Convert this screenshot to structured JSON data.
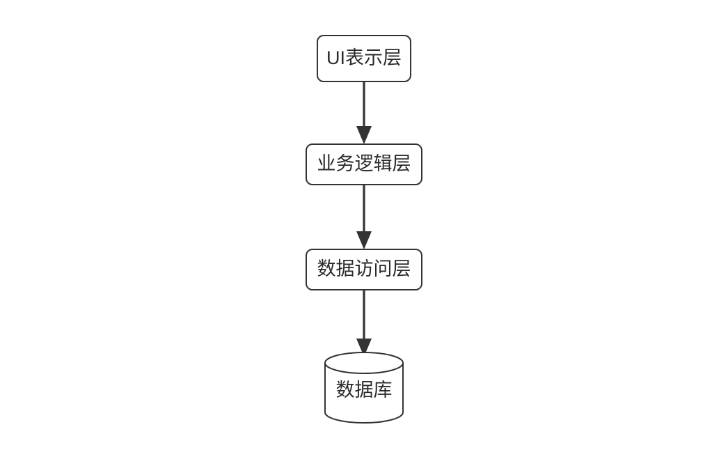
{
  "diagram": {
    "title": "",
    "background_color": "#ffffff",
    "node_border_color": "#333333",
    "node_fill_color": "#ffffff",
    "text_color": "#2b2b2b",
    "edge_color": "#333333",
    "orientation": "top-to-bottom",
    "nodes": [
      {
        "id": "ui",
        "label": "UI表示层",
        "shape": "rounded-rectangle"
      },
      {
        "id": "business",
        "label": "业务逻辑层",
        "shape": "rounded-rectangle"
      },
      {
        "id": "dataaccess",
        "label": "数据访问层",
        "shape": "rounded-rectangle"
      },
      {
        "id": "database",
        "label": "数据库",
        "shape": "cylinder"
      }
    ],
    "edges": [
      {
        "id": "e1",
        "from": "ui",
        "to": "business",
        "label": "",
        "arrow": "filled-triangle"
      },
      {
        "id": "e2",
        "from": "business",
        "to": "dataaccess",
        "label": "",
        "arrow": "filled-triangle"
      },
      {
        "id": "e3",
        "from": "dataaccess",
        "to": "database",
        "label": "",
        "arrow": "filled-triangle"
      }
    ]
  }
}
